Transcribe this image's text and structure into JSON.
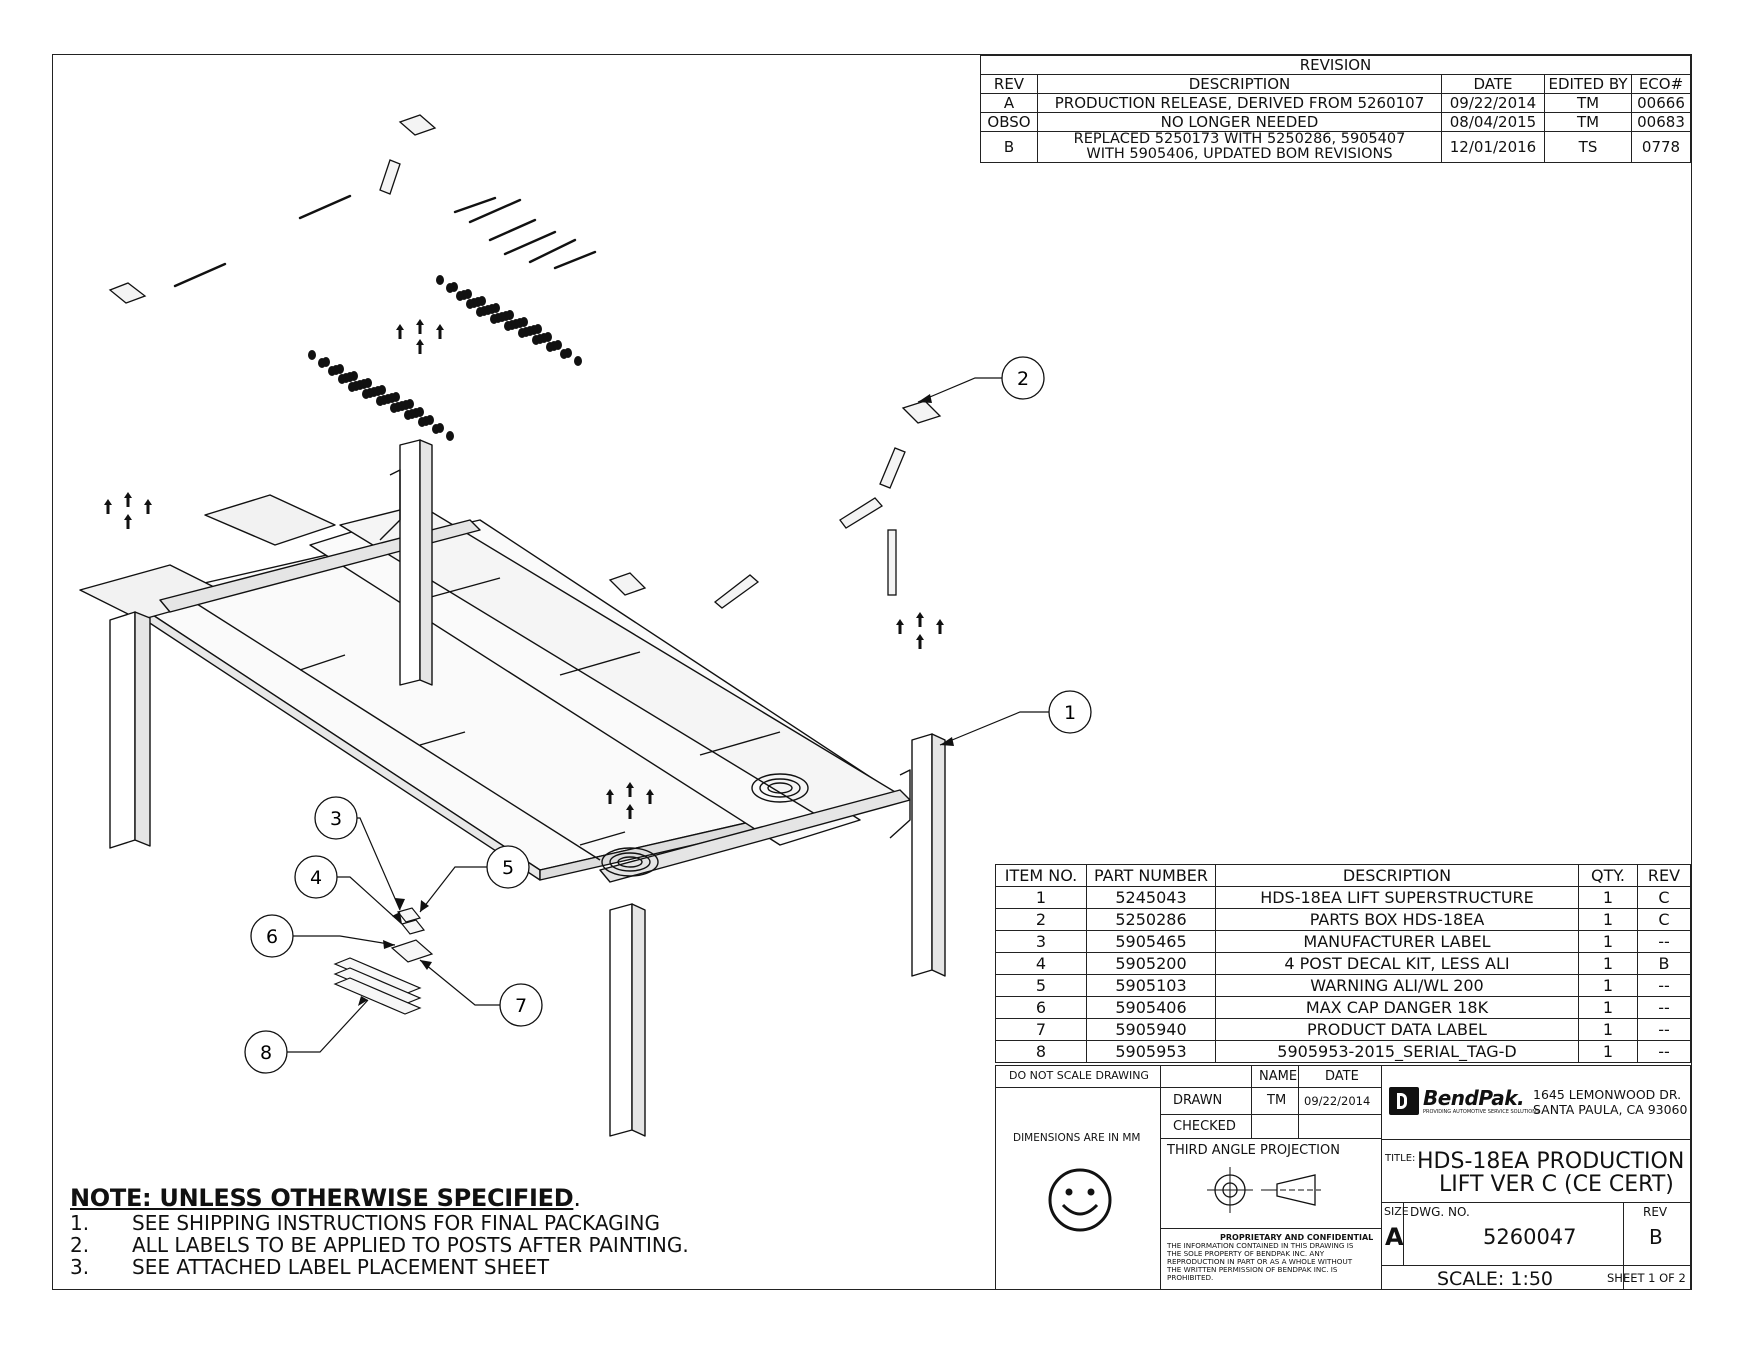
{
  "revision": {
    "title": "REVISION",
    "headers": [
      "REV",
      "DESCRIPTION",
      "DATE",
      "EDITED BY",
      "ECO#"
    ],
    "rows": [
      {
        "rev": "A",
        "desc": "PRODUCTION RELEASE, DERIVED FROM 5260107",
        "date": "09/22/2014",
        "by": "TM",
        "eco": "00666"
      },
      {
        "rev": "OBSO",
        "desc": "NO LONGER NEEDED",
        "date": "08/04/2015",
        "by": "TM",
        "eco": "00683"
      },
      {
        "rev": "B",
        "desc1": "REPLACED 5250173 WITH 5250286, 5905407",
        "desc2": "WITH 5905406, UPDATED BOM REVISIONS",
        "date": "12/01/2016",
        "by": "TS",
        "eco": "0778"
      }
    ]
  },
  "bom": {
    "headers": [
      "ITEM NO.",
      "PART NUMBER",
      "DESCRIPTION",
      "QTY.",
      "REV"
    ],
    "rows": [
      {
        "item": "1",
        "part": "5245043",
        "desc": "HDS-18EA LIFT SUPERSTRUCTURE",
        "qty": "1",
        "rev": "C"
      },
      {
        "item": "2",
        "part": "5250286",
        "desc": "PARTS BOX HDS-18EA",
        "qty": "1",
        "rev": "C"
      },
      {
        "item": "3",
        "part": "5905465",
        "desc": "MANUFACTURER LABEL",
        "qty": "1",
        "rev": "--"
      },
      {
        "item": "4",
        "part": "5905200",
        "desc": "4 POST DECAL KIT, LESS ALI",
        "qty": "1",
        "rev": "B"
      },
      {
        "item": "5",
        "part": "5905103",
        "desc": "WARNING ALI/WL 200",
        "qty": "1",
        "rev": "--"
      },
      {
        "item": "6",
        "part": "5905406",
        "desc": "MAX CAP DANGER 18K",
        "qty": "1",
        "rev": "--"
      },
      {
        "item": "7",
        "part": "5905940",
        "desc": "PRODUCT DATA LABEL",
        "qty": "1",
        "rev": "--"
      },
      {
        "item": "8",
        "part": "5905953",
        "desc": "5905953-2015_SERIAL_TAG-D",
        "qty": "1",
        "rev": "--"
      }
    ]
  },
  "title_block": {
    "do_not_scale": "DO NOT SCALE DRAWING",
    "name_label": "NAME",
    "date_label": "DATE",
    "drawn_label": "DRAWN",
    "drawn_name": "TM",
    "drawn_date": "09/22/2014",
    "checked_label": "CHECKED",
    "dimensions": "DIMENSIONS ARE IN MM",
    "projection": "THIRD ANGLE PROJECTION",
    "company_name": "BendPak.",
    "company_tagline": "PROVIDING AUTOMOTIVE SERVICE SOLUTIONS",
    "address1": "1645 LEMONWOOD DR.",
    "address2": "SANTA PAULA, CA 93060",
    "title_label": "TITLE:",
    "title_line1": "HDS-18EA PRODUCTION",
    "title_line2": "LIFT VER C (CE CERT)",
    "proprietary_head": "PROPRIETARY AND CONFIDENTIAL",
    "proprietary_lines": [
      "THE INFORMATION CONTAINED IN THIS DRAWING IS",
      "THE SOLE PROPERTY OF BENDPAK INC. ANY",
      "REPRODUCTION IN PART OR AS A WHOLE WITHOUT",
      "THE WRITTEN PERMISSION OF BENDPAK INC. IS",
      "PROHIBITED."
    ],
    "size_label": "SIZE",
    "size": "A",
    "dwg_label": "DWG.  NO.",
    "dwg_no": "5260047",
    "rev_label": "REV",
    "rev": "B",
    "scale": "SCALE: 1:50",
    "sheet": "SHEET 1 OF 2"
  },
  "notes": {
    "heading": "NOTE: UNLESS OTHERWISE SPECIFIED",
    "items": [
      {
        "num": "1.",
        "text": "SEE SHIPPING INSTRUCTIONS FOR FINAL PACKAGING"
      },
      {
        "num": "2.",
        "text": "ALL LABELS TO BE APPLIED TO POSTS AFTER PAINTING."
      },
      {
        "num": "3.",
        "text": "SEE ATTACHED LABEL PLACEMENT SHEET"
      }
    ]
  },
  "balloons": [
    "1",
    "2",
    "3",
    "4",
    "5",
    "6",
    "7",
    "8"
  ]
}
